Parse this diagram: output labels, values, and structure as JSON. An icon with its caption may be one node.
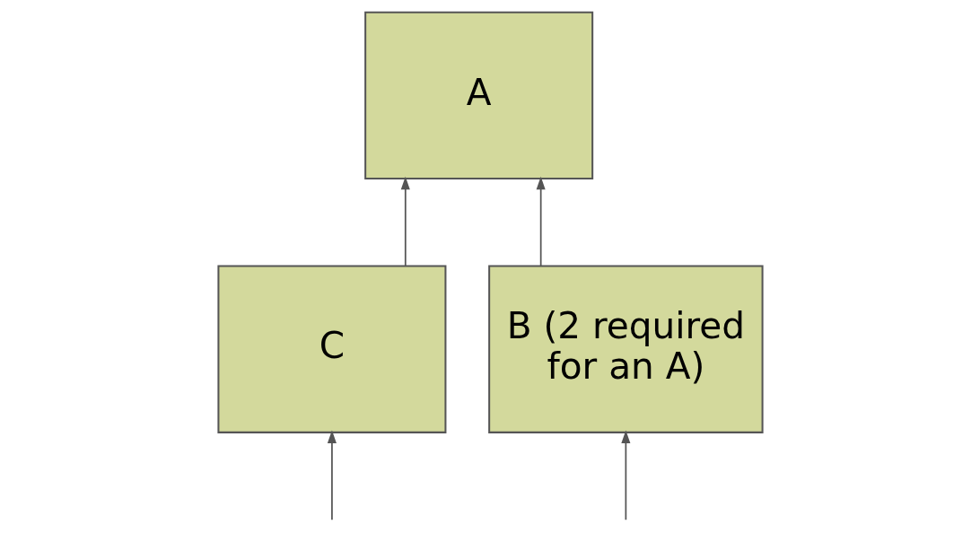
{
  "diagram": {
    "nodes": [
      {
        "text": [
          "A"
        ]
      },
      {
        "text": [
          "C"
        ]
      },
      {
        "text": [
          "B (2 required for an A)"
        ]
      }
    ],
    "edges": [
      {
        "from": 1,
        "to": 0,
        "arrow": "to"
      },
      {
        "from": 2,
        "to": 0,
        "arrow": "to"
      },
      {
        "from": null,
        "to": 1,
        "arrow": "to"
      },
      {
        "from": null,
        "to": 2,
        "arrow": "to"
      }
    ]
  }
}
